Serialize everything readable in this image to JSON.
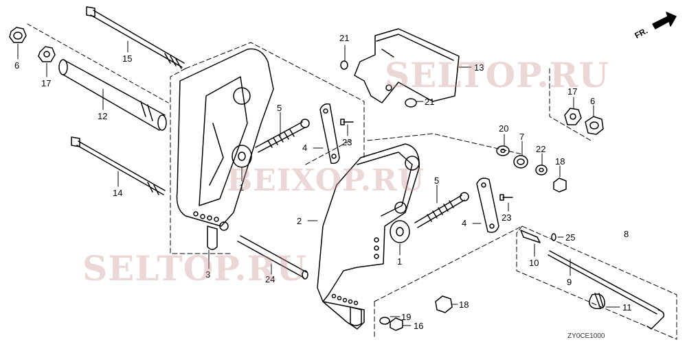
{
  "diagram": {
    "code": "ZY0CE1000",
    "direction_label": "FR.",
    "callouts": [
      {
        "id": "c6a",
        "label": "6"
      },
      {
        "id": "c17a",
        "label": "17"
      },
      {
        "id": "c15",
        "label": "15"
      },
      {
        "id": "c12",
        "label": "12"
      },
      {
        "id": "c14",
        "label": "14"
      },
      {
        "id": "c3",
        "label": "3"
      },
      {
        "id": "c24",
        "label": "24"
      },
      {
        "id": "c1a",
        "label": "1"
      },
      {
        "id": "c5a",
        "label": "5"
      },
      {
        "id": "c4a",
        "label": "4"
      },
      {
        "id": "c23a",
        "label": "23"
      },
      {
        "id": "c21a",
        "label": "21"
      },
      {
        "id": "c21b",
        "label": "21"
      },
      {
        "id": "c13",
        "label": "13"
      },
      {
        "id": "c17b",
        "label": "17"
      },
      {
        "id": "c6b",
        "label": "6"
      },
      {
        "id": "c20",
        "label": "20"
      },
      {
        "id": "c7",
        "label": "7"
      },
      {
        "id": "c22",
        "label": "22"
      },
      {
        "id": "c18a",
        "label": "18"
      },
      {
        "id": "c5b",
        "label": "5"
      },
      {
        "id": "c4b",
        "label": "4"
      },
      {
        "id": "c23b",
        "label": "23"
      },
      {
        "id": "c2",
        "label": "2"
      },
      {
        "id": "c1b",
        "label": "1"
      },
      {
        "id": "c8",
        "label": "8"
      },
      {
        "id": "c25",
        "label": "25"
      },
      {
        "id": "c10",
        "label": "10"
      },
      {
        "id": "c9",
        "label": "9"
      },
      {
        "id": "c11",
        "label": "11"
      },
      {
        "id": "c18b",
        "label": "18"
      },
      {
        "id": "c19",
        "label": "19"
      },
      {
        "id": "c16",
        "label": "16"
      }
    ]
  },
  "watermarks": [
    "SELTOP.RU",
    "SELTOP.RU",
    "BEIXOP.RU"
  ]
}
